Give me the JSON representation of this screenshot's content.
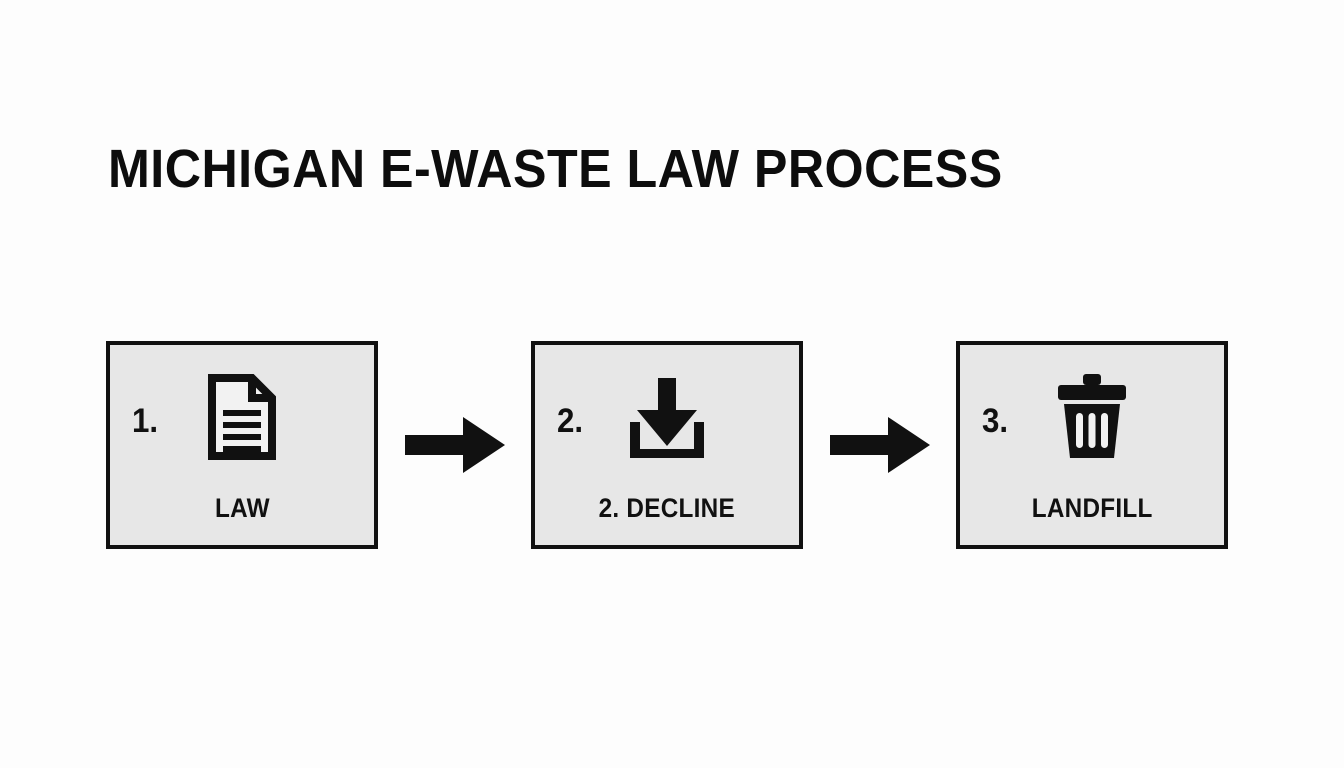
{
  "title": "MICHIGAN E-WASTE LAW PROCESS",
  "colors": {
    "page_background": "#fdfdfd",
    "box_fill": "#e7e7e7",
    "box_border": "#111111",
    "ink": "#111111"
  },
  "flow": {
    "steps": [
      {
        "number": "1.",
        "label": "LAW",
        "icon": "document-icon"
      },
      {
        "number": "2.",
        "label": "2. DECLINE",
        "icon": "download-icon"
      },
      {
        "number": "3.",
        "label": "LANDFILL",
        "icon": "trash-icon"
      }
    ],
    "connectors": [
      {
        "icon": "arrow-right-icon"
      },
      {
        "icon": "arrow-right-icon"
      }
    ]
  }
}
